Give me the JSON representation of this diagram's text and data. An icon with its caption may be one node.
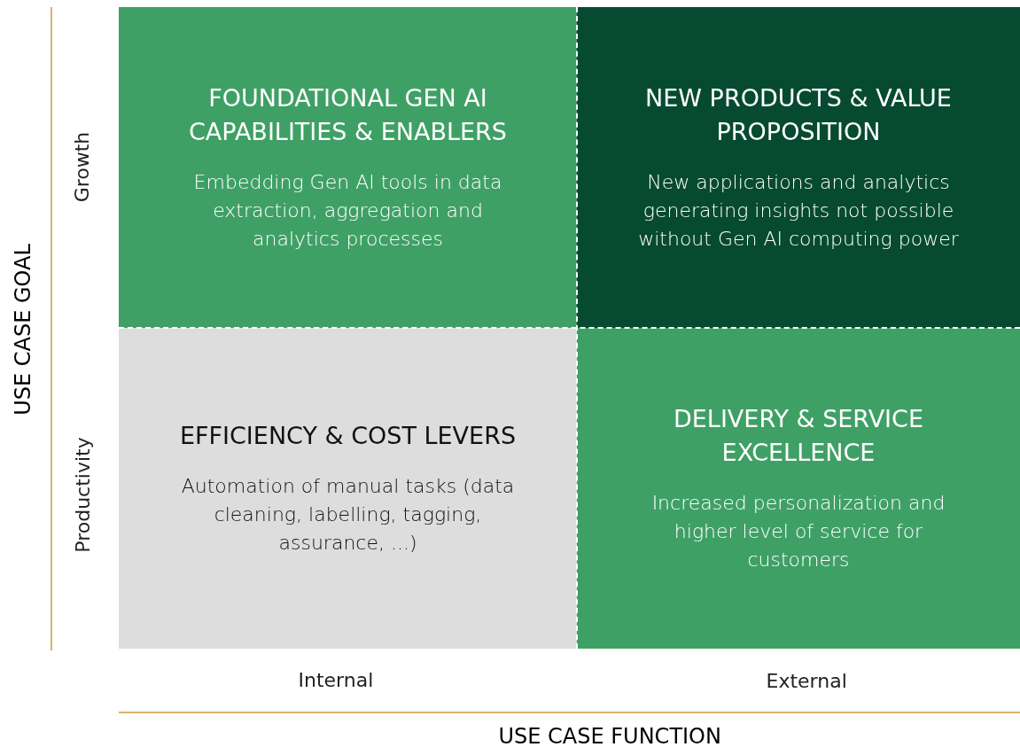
{
  "diagram": {
    "nodes": [
      {
        "text": [
          "FOUNDATIONAL GEN AI CAPABILITIES & ENABLERS",
          "Embedding Gen AI tools in data extraction, aggregation and analytics processes"
        ]
      },
      {
        "text": [
          "NEW PRODUCTS & VALUE PROPOSITION",
          "New applications and analytics generating insights not possible without Gen AI computing power"
        ]
      },
      {
        "text": [
          "EFFICIENCY & COST LEVERS",
          "Automation of manual tasks (data cleaning, labelling, tagging, assurance, ...)"
        ]
      },
      {
        "text": [
          "DELIVERY & SERVICE EXCELLENCE",
          "Increased personalization and higher level of service for customers"
        ]
      }
    ],
    "edges": [],
    "labels": [
      "USE CASE GOAL",
      "Growth",
      "Productivity",
      "Internal",
      "External",
      "USE CASE FUNCTION"
    ]
  }
}
